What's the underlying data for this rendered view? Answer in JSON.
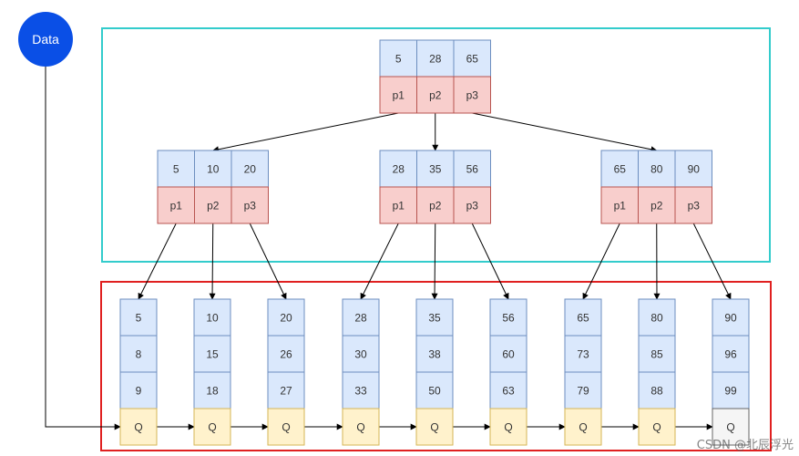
{
  "data_node": {
    "label": "Data",
    "color": "#0a4fe6"
  },
  "root": {
    "keys": [
      "5",
      "28",
      "65"
    ],
    "pointers": [
      "p1",
      "p2",
      "p3"
    ]
  },
  "internal": [
    {
      "keys": [
        "5",
        "10",
        "20"
      ],
      "pointers": [
        "p1",
        "p2",
        "p3"
      ]
    },
    {
      "keys": [
        "28",
        "35",
        "56"
      ],
      "pointers": [
        "p1",
        "p2",
        "p3"
      ]
    },
    {
      "keys": [
        "65",
        "80",
        "90"
      ],
      "pointers": [
        "p1",
        "p2",
        "p3"
      ]
    }
  ],
  "leaves": [
    {
      "keys": [
        "5",
        "8",
        "9"
      ],
      "link": "Q"
    },
    {
      "keys": [
        "10",
        "15",
        "18"
      ],
      "link": "Q"
    },
    {
      "keys": [
        "20",
        "26",
        "27"
      ],
      "link": "Q"
    },
    {
      "keys": [
        "28",
        "30",
        "33"
      ],
      "link": "Q"
    },
    {
      "keys": [
        "35",
        "38",
        "50"
      ],
      "link": "Q"
    },
    {
      "keys": [
        "56",
        "60",
        "63"
      ],
      "link": "Q"
    },
    {
      "keys": [
        "65",
        "73",
        "79"
      ],
      "link": "Q"
    },
    {
      "keys": [
        "80",
        "85",
        "88"
      ],
      "link": "Q"
    },
    {
      "keys": [
        "90",
        "96",
        "99"
      ],
      "link": "Q"
    }
  ],
  "colors": {
    "key_fill": "#dae8fc",
    "key_stroke": "#6c8ebf",
    "ptr_fill": "#f8cecc",
    "ptr_stroke": "#b85450",
    "link_fill": "#fff2cc",
    "link_stroke": "#d6b656",
    "last_link_fill": "#f5f5f5",
    "last_link_stroke": "#666666",
    "index_frame": "#33cccc",
    "leaf_frame": "#e02020"
  },
  "watermark": "CSDN @北辰浮光"
}
